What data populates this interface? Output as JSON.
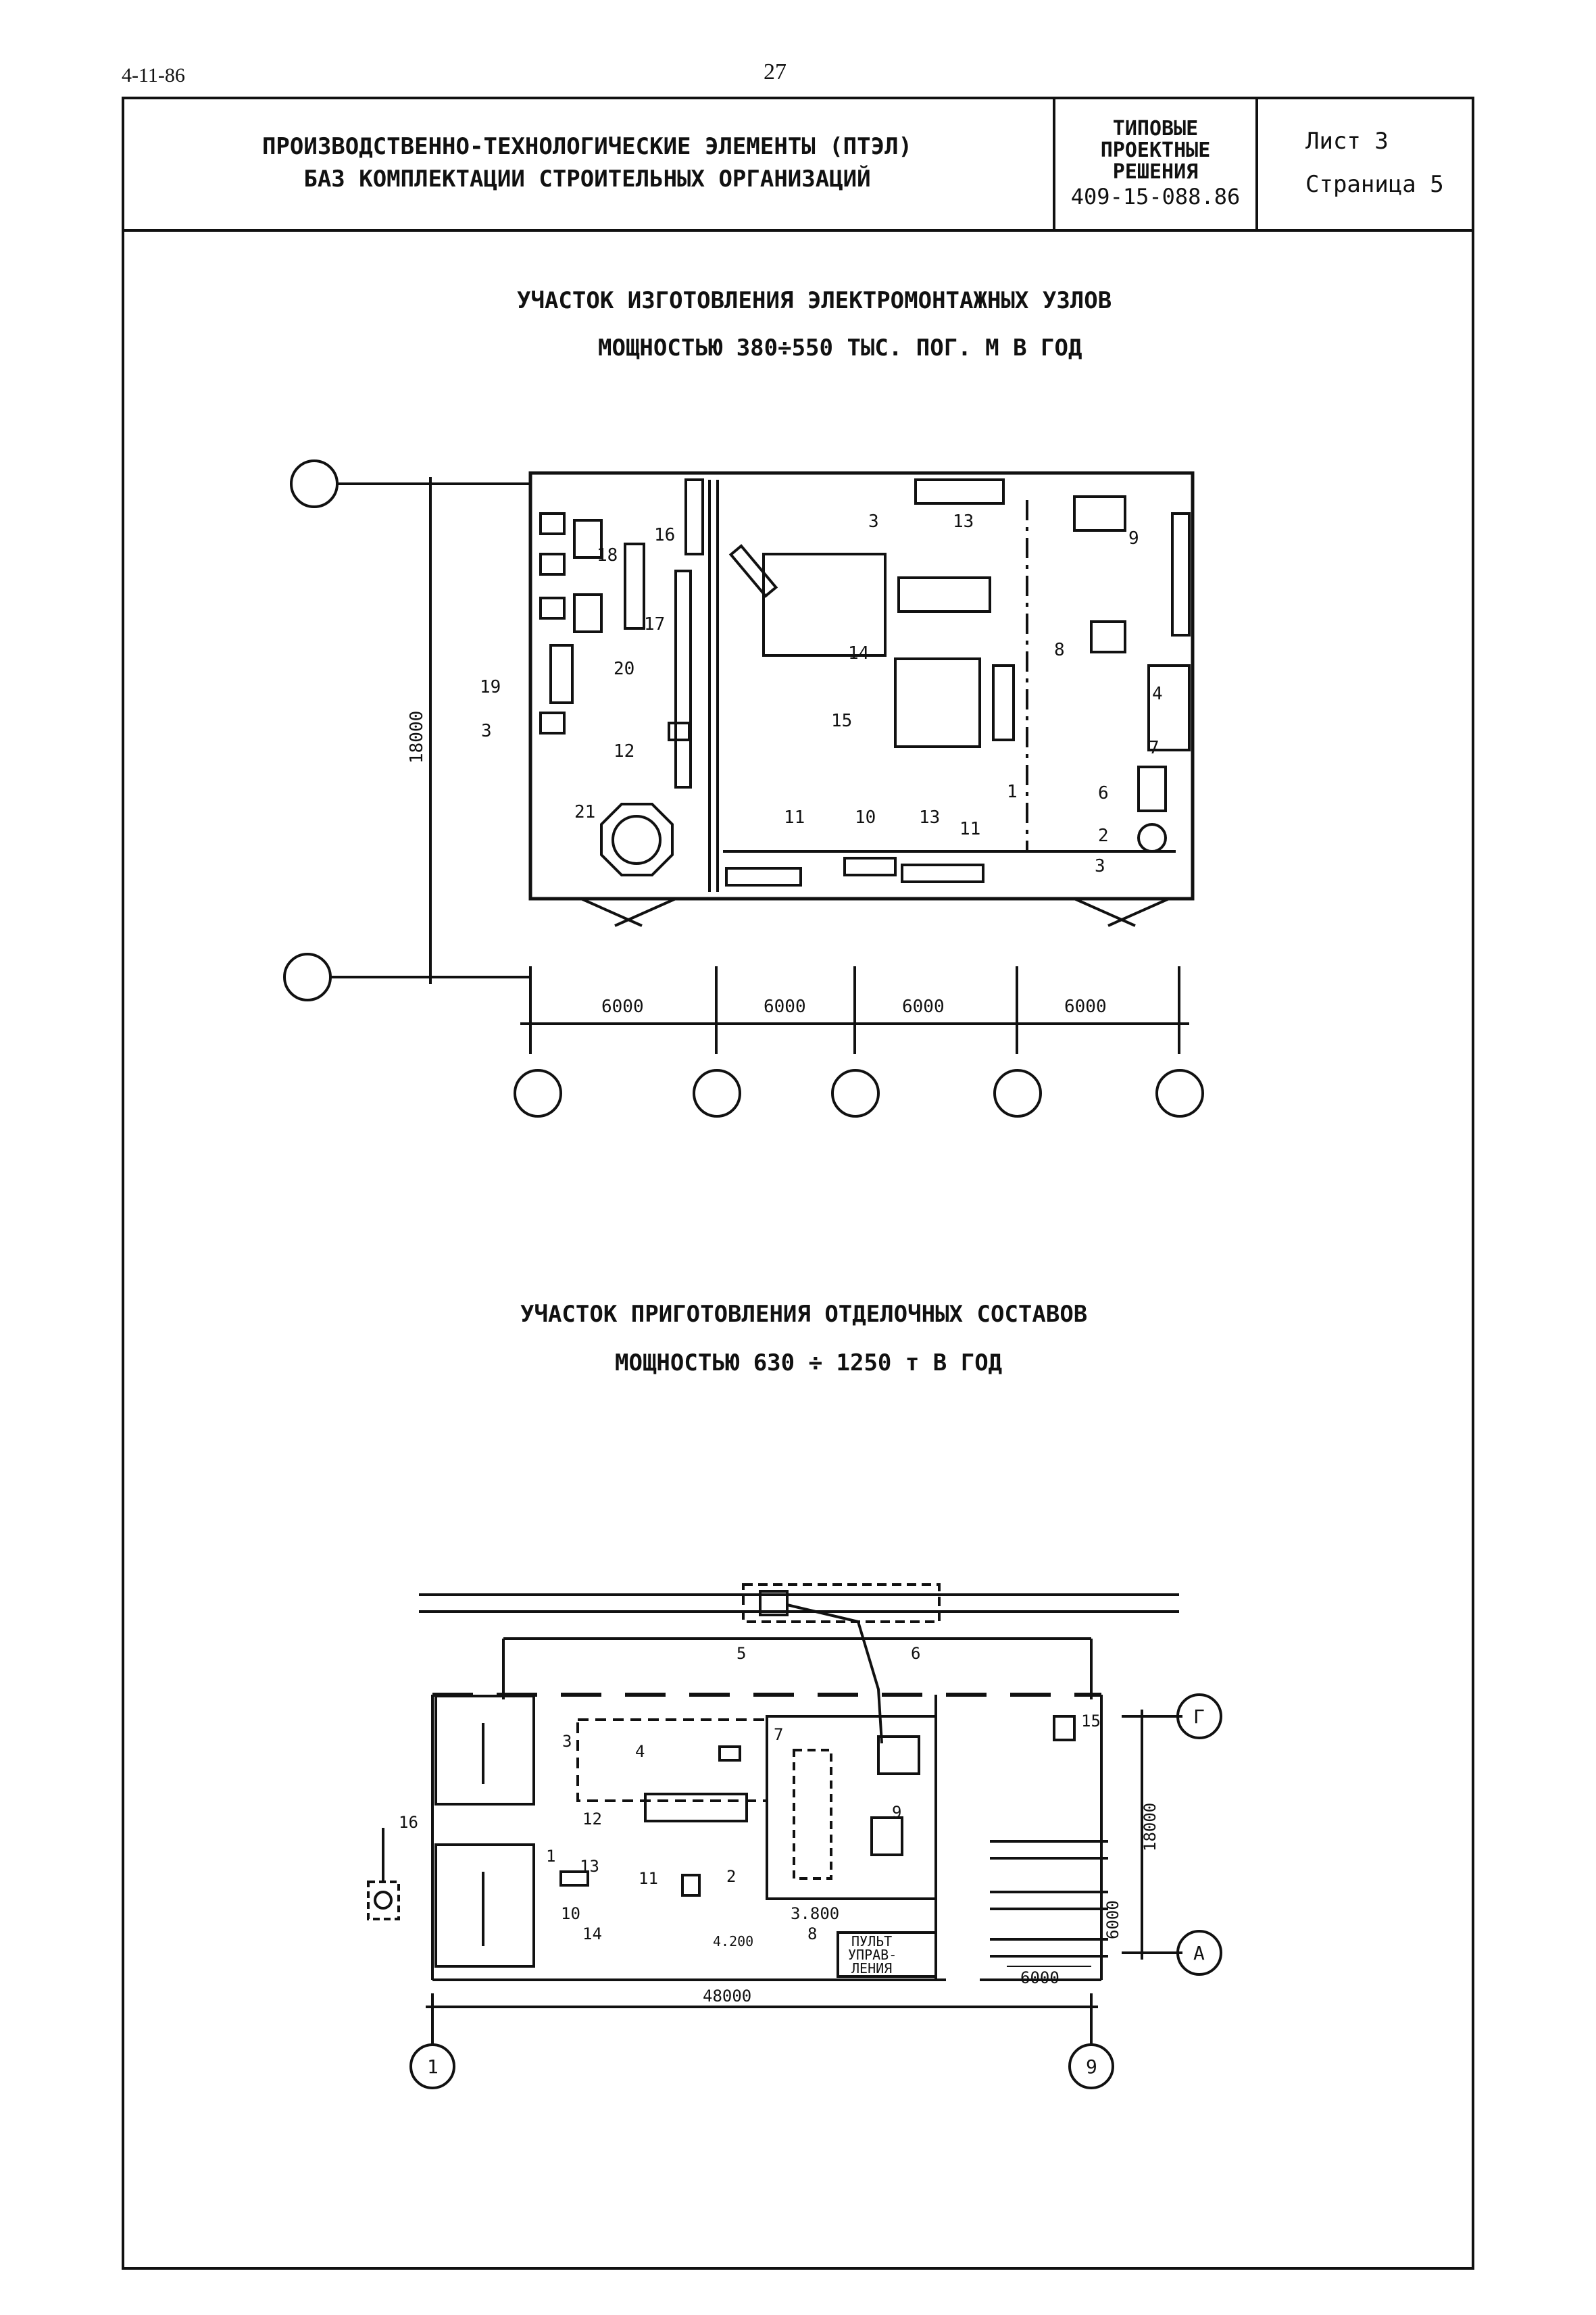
{
  "doc_code": "4-11-86",
  "page_number": "27",
  "header": {
    "title_line1": "ПРОИЗВОДСТВЕННО-ТЕХНОЛОГИЧЕСКИЕ ЭЛЕМЕНТЫ (ПТЭЛ)",
    "title_line2": "БАЗ КОМПЛЕКТАЦИИ СТРОИТЕЛЬНЫХ ОРГАНИЗАЦИЙ",
    "standard_line1": "ТИПОВЫЕ",
    "standard_line2": "ПРОЕКТНЫЕ",
    "standard_line3": "РЕШЕНИЯ",
    "standard_code": "409-15-088.86",
    "sheet": "Лист 3",
    "page": "Страница 5"
  },
  "section1": {
    "title_line1": "УЧАСТОК ИЗГОТОВЛЕНИЯ ЭЛЕКТРОМОНТАЖНЫХ УЗЛОВ",
    "title_line2": "МОЩНОСТЬЮ 380÷550 ТЫС. ПОГ. М В ГОД",
    "height_dim": "18000",
    "bay_dims": [
      "6000",
      "6000",
      "6000",
      "6000"
    ],
    "labels": [
      "1",
      "2",
      "3",
      "3",
      "3",
      "4",
      "6",
      "7",
      "8",
      "9",
      "10",
      "11",
      "11",
      "12",
      "13",
      "13",
      "14",
      "15",
      "16",
      "17",
      "18",
      "19",
      "20",
      "21"
    ]
  },
  "section2": {
    "title_line1": "УЧАСТОК ПРИГОТОВЛЕНИЯ ОТДЕЛОЧНЫХ СОСТАВОВ",
    "title_line2": "МОЩНОСТЬЮ 630 ÷ 1250 т В ГОД",
    "length_dim": "48000",
    "height_dim": "18000",
    "sub_dim_vertical": "6000",
    "sub_dim_horizontal": "6000",
    "axis_left": "1",
    "axis_right": "9",
    "axis_top": "Г",
    "axis_bottom": "А",
    "elev1": "3.800",
    "elev2": "4.200",
    "control_room_line1": "ПУЛЬТ",
    "control_room_line2": "УПРАВ-",
    "control_room_line3": "ЛЕНИЯ",
    "labels": [
      "1",
      "2",
      "3",
      "4",
      "5",
      "6",
      "7",
      "8",
      "9",
      "10",
      "11",
      "12",
      "13",
      "14",
      "15",
      "16"
    ]
  }
}
